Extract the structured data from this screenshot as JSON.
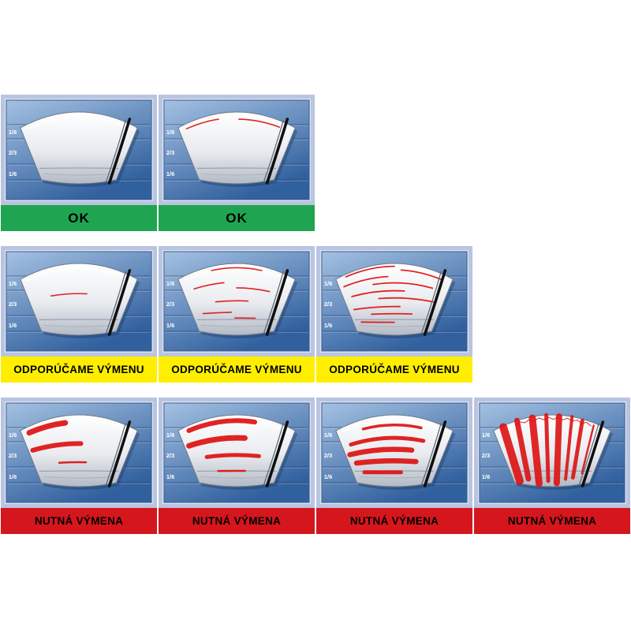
{
  "chart": {
    "scale_labels": [
      "1/6",
      "2/3",
      "1/6"
    ],
    "statuses": {
      "ok": {
        "label": "OK",
        "bg": "#1fa551",
        "fg": "#000000"
      },
      "recommend": {
        "label": "ODPORÚČAME VÝMENU",
        "bg": "#ffee00",
        "fg": "#000000"
      },
      "required": {
        "label": "NUTNÁ VÝMENA",
        "bg": "#d5161d",
        "fg": "#000000"
      }
    },
    "colors": {
      "frame": "#b9c4e0",
      "panel_dark": "#31609e",
      "panel_light": "#a4c1e2",
      "streak": "#dd1111",
      "blade": "#101010"
    },
    "rows": [
      {
        "status": "ok",
        "cells": [
          {
            "streaks": []
          },
          {
            "streaks": [
              {
                "t": 0.08,
                "a": 0.06,
                "b": 0.34,
                "w": 1.6
              },
              {
                "t": 0.1,
                "a": 0.52,
                "b": 0.88,
                "w": 1.6
              }
            ]
          }
        ]
      },
      {
        "status": "recommend",
        "cells": [
          {
            "streaks": [
              {
                "t": 0.42,
                "a": 0.22,
                "b": 0.58,
                "w": 1.6
              }
            ]
          },
          {
            "streaks": [
              {
                "t": 0.06,
                "a": 0.28,
                "b": 0.72,
                "w": 1.6
              },
              {
                "t": 0.26,
                "a": 0.1,
                "b": 0.38,
                "w": 1.6
              },
              {
                "t": 0.34,
                "a": 0.5,
                "b": 0.82,
                "w": 1.6
              },
              {
                "t": 0.52,
                "a": 0.28,
                "b": 0.62,
                "w": 1.6
              },
              {
                "t": 0.68,
                "a": 0.12,
                "b": 0.44,
                "w": 1.6
              },
              {
                "t": 0.76,
                "a": 0.48,
                "b": 0.72,
                "w": 1.6
              }
            ]
          },
          {
            "streaks": [
              {
                "t": 0.04,
                "a": 0.08,
                "b": 0.5,
                "w": 1.8
              },
              {
                "t": 0.09,
                "a": 0.56,
                "b": 0.92,
                "w": 1.8
              },
              {
                "t": 0.18,
                "a": 0.04,
                "b": 0.44,
                "w": 1.8
              },
              {
                "t": 0.27,
                "a": 0.3,
                "b": 0.86,
                "w": 1.8
              },
              {
                "t": 0.38,
                "a": 0.08,
                "b": 0.6,
                "w": 1.8
              },
              {
                "t": 0.48,
                "a": 0.34,
                "b": 0.9,
                "w": 1.8
              },
              {
                "t": 0.6,
                "a": 0.06,
                "b": 0.56,
                "w": 1.8
              },
              {
                "t": 0.7,
                "a": 0.24,
                "b": 0.7,
                "w": 1.8
              },
              {
                "t": 0.82,
                "a": 0.1,
                "b": 0.5,
                "w": 1.8
              }
            ]
          }
        ]
      },
      {
        "status": "required",
        "cells": [
          {
            "streaks": [
              {
                "t": 0.1,
                "a": 0.06,
                "b": 0.38,
                "w": 7
              },
              {
                "t": 0.4,
                "a": 0.04,
                "b": 0.52,
                "w": 6
              },
              {
                "t": 0.66,
                "a": 0.28,
                "b": 0.58,
                "w": 2.5
              }
            ]
          },
          {
            "streaks": [
              {
                "t": 0.08,
                "a": 0.08,
                "b": 0.66,
                "w": 6
              },
              {
                "t": 0.32,
                "a": 0.04,
                "b": 0.58,
                "w": 7
              },
              {
                "t": 0.56,
                "a": 0.18,
                "b": 0.74,
                "w": 5
              },
              {
                "t": 0.78,
                "a": 0.28,
                "b": 0.6,
                "w": 2.5
              }
            ]
          },
          {
            "streaks": [
              {
                "t": 0.14,
                "a": 0.22,
                "b": 0.74,
                "w": 3.5
              },
              {
                "t": 0.32,
                "a": 0.08,
                "b": 0.78,
                "w": 5
              },
              {
                "t": 0.48,
                "a": 0.04,
                "b": 0.68,
                "w": 6.5
              },
              {
                "t": 0.64,
                "a": 0.08,
                "b": 0.74,
                "w": 6.5
              },
              {
                "t": 0.8,
                "a": 0.14,
                "b": 0.58,
                "w": 5
              }
            ]
          },
          {
            "streaks": [],
            "squiggle": true,
            "vstreaks": [
              {
                "u": 0.08,
                "t1": 0.02,
                "t2": 0.95,
                "w": 10
              },
              {
                "u": 0.2,
                "t1": 0.0,
                "t2": 0.9,
                "w": 7
              },
              {
                "u": 0.33,
                "t1": 0.02,
                "t2": 0.96,
                "w": 9
              },
              {
                "u": 0.45,
                "t1": 0.0,
                "t2": 0.92,
                "w": 5
              },
              {
                "u": 0.56,
                "t1": 0.02,
                "t2": 0.95,
                "w": 8
              },
              {
                "u": 0.67,
                "t1": 0.0,
                "t2": 0.9,
                "w": 4
              },
              {
                "u": 0.76,
                "t1": 0.02,
                "t2": 0.88,
                "w": 5
              },
              {
                "u": 0.86,
                "t1": 0.04,
                "t2": 0.82,
                "w": 2.5
              }
            ]
          }
        ]
      }
    ]
  }
}
